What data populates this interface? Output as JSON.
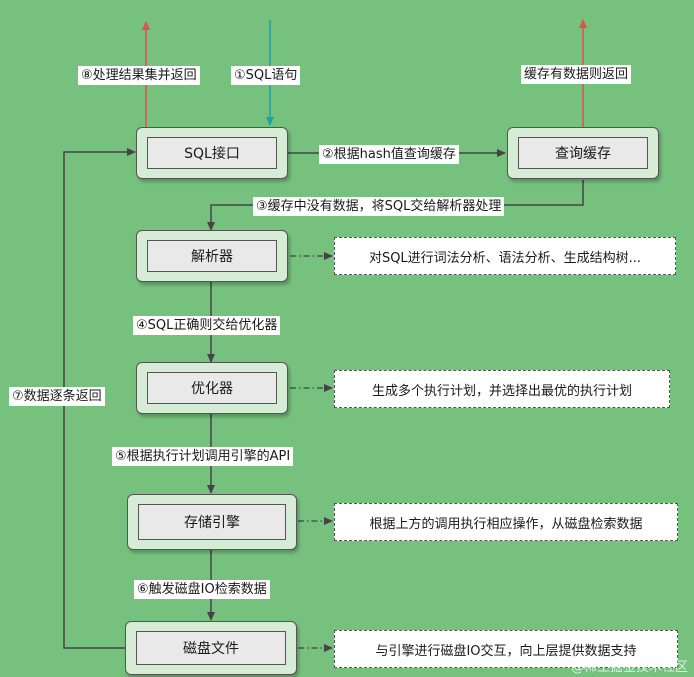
{
  "nodes": {
    "sql_interface": "SQL接口",
    "query_cache": "查询缓存",
    "parser": "解析器",
    "optimizer": "优化器",
    "storage_engine": "存储引擎",
    "disk_file": "磁盘文件"
  },
  "labels": {
    "step1": "①SQL语句",
    "step2": "②根据hash值查询缓存",
    "step3": "③缓存中没有数据，将SQL交给解析器处理",
    "step4": "④SQL正确则交给优化器",
    "step5": "⑤根据执行计划调用引擎的API",
    "step6": "⑥触发磁盘IO检索数据",
    "step7": "⑦数据逐条返回",
    "step8": "⑧处理结果集并返回",
    "cache_return": "缓存有数据则返回"
  },
  "notes": {
    "parser": "对SQL进行词法分析、语法分析、生成结构树...",
    "optimizer": "生成多个执行计划，并选择出最优的执行计划",
    "storage_engine": "根据上方的调用执行相应操作，从磁盘检索数据",
    "disk_file": "与引擎进行磁盘IO交互，向上层提供数据支持"
  },
  "watermark": "@稀土掘金技术社区",
  "colors": {
    "background": "#77c17f",
    "arrow_up_out": "#e05050",
    "arrow_in": "#1aa0b0",
    "connector": "#444444"
  }
}
